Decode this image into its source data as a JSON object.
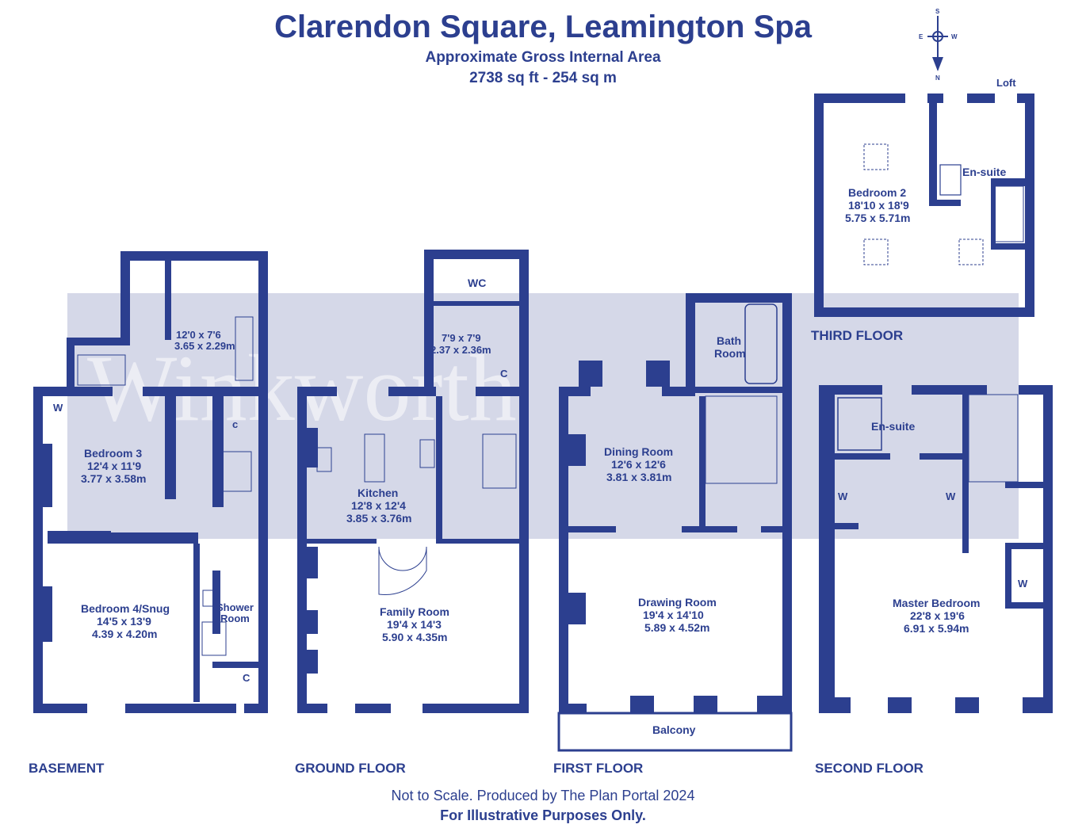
{
  "header": {
    "title": "Clarendon Square, Leamington Spa",
    "subtitle": "Approximate Gross Internal Area",
    "area": "2738 sq ft - 254 sq m"
  },
  "compass": {
    "n": "N",
    "s": "S",
    "e": "E",
    "w": "W"
  },
  "watermark": "Winkworth",
  "floors": {
    "basement": "BASEMENT",
    "ground": "GROUND FLOOR",
    "first": "FIRST FLOOR",
    "second": "SECOND FLOOR",
    "third": "THIRD FLOOR"
  },
  "rooms": {
    "basement_utility": {
      "l1": "12'0 x 7'6",
      "l2": "3.65 x 2.29m"
    },
    "bedroom3": {
      "name": "Bedroom 3",
      "l1": "12'4 x 11'9",
      "l2": "3.77 x 3.58m"
    },
    "bedroom4": {
      "name": "Bedroom 4/Snug",
      "l1": "14'5 x 13'9",
      "l2": "4.39 x 4.20m"
    },
    "shower": {
      "l1": "Shower",
      "l2": "Room"
    },
    "basement_w": "W",
    "basement_c1": "c",
    "basement_c2": "C",
    "wc": "WC",
    "ground_small": {
      "l1": "7'9 x 7'9",
      "l2": "2.37 x 2.36m"
    },
    "ground_c": "C",
    "kitchen": {
      "name": "Kitchen",
      "l1": "12'8 x 12'4",
      "l2": "3.85 x 3.76m"
    },
    "family": {
      "name": "Family Room",
      "l1": "19'4 x 14'3",
      "l2": "5.90 x 4.35m"
    },
    "bath": {
      "l1": "Bath",
      "l2": "Room"
    },
    "dining": {
      "name": "Dining Room",
      "l1": "12'6 x 12'6",
      "l2": "3.81 x 3.81m"
    },
    "drawing": {
      "name": "Drawing Room",
      "l1": "19'4 x 14'10",
      "l2": "5.89 x 4.52m"
    },
    "balcony": "Balcony",
    "ensuite2": "En-suite",
    "second_w1": "W",
    "second_w2": "W",
    "second_w3": "W",
    "master": {
      "name": "Master Bedroom",
      "l1": "22'8 x 19'6",
      "l2": "6.91 x 5.94m"
    },
    "loft": "Loft",
    "ensuite3": "En-suite",
    "bedroom2": {
      "name": "Bedroom 2",
      "l1": "18'10 x 18'9",
      "l2": "5.75 x 5.71m"
    }
  },
  "footer": {
    "line1": "Not to Scale. Produced by The Plan Portal 2024",
    "line2": "For Illustrative Purposes Only."
  },
  "colors": {
    "wall": "#2c3f8f",
    "band": "#d5d8e8",
    "text": "#2c3f8f"
  }
}
